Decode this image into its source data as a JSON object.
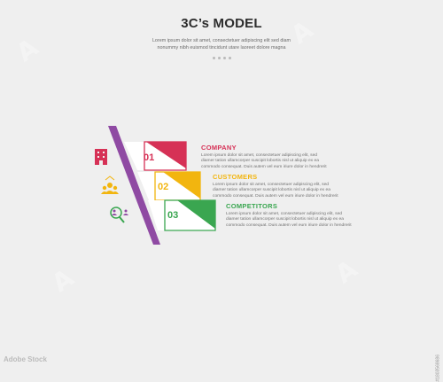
{
  "header": {
    "title": "3C’s MODEL",
    "subtitle": "Lorem ipsum dolor sit amet, consectetuer adipiscing elit sed diam nonummy nibh euismod tincidunt utare laoreet dolore magna"
  },
  "rows": [
    {
      "number": "01",
      "label": "COMPANY",
      "color": "#d63156",
      "icon": "building-icon",
      "desc": "Lorem ipsum dolor sit amet, consectetuer adipiscing elit, sed diamer tation ullamcorper suscipit lobortis nisl ut aliquip ex ea commodo consequat. Duis autem vel eum iriure dolor in hendrerit"
    },
    {
      "number": "02",
      "label": "CUSTOMERS",
      "color": "#f2b50f",
      "icon": "customers-group-icon",
      "desc": "Lorem ipsum dolor sit amet, consectetuer adipiscing elit, sed diamer tation ullamcorper suscipit lobortis nisl ut aliquip ex ea commodo consequat. Duis autem vel eum iriure dolor in hendrerit"
    },
    {
      "number": "03",
      "label": "COMPETITORS",
      "color": "#3aa650",
      "icon": "competitor-search-icon",
      "desc": "Lorem ipsum dolor sit amet, consectetuer adipiscing elit, sed diamer tation ullamcorper suscipit lobortis nisl ut aliquip ex ea commodo consequat. Duis autem vel eum iriure dolor in hendrerit"
    }
  ],
  "colors": {
    "background": "#efefef",
    "pole": "#8f4aa3",
    "title": "#2d2d2d"
  },
  "watermark": {
    "brand": "Adobe Stock",
    "stock_id": "#1803568686"
  }
}
